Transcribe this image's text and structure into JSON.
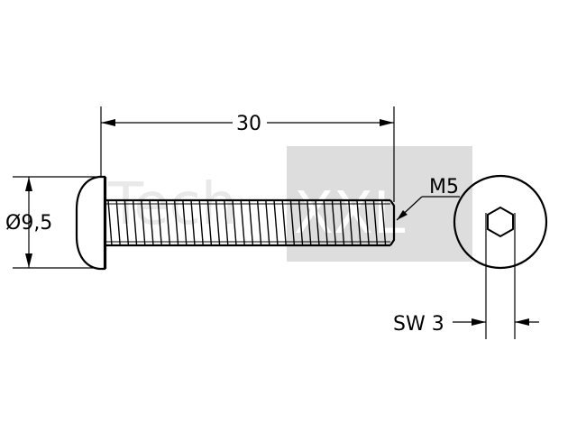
{
  "drawing": {
    "dimensions": {
      "length": "30",
      "head_diameter": "Ø9,5",
      "thread": "M5",
      "wrench_size": "SW 3"
    },
    "watermark": {
      "text_left": "Tech",
      "text_right": "XXL"
    },
    "colors": {
      "line": "#000000",
      "watermark_gray": "#d9d9d9",
      "watermark_light": "#ffffff"
    }
  }
}
